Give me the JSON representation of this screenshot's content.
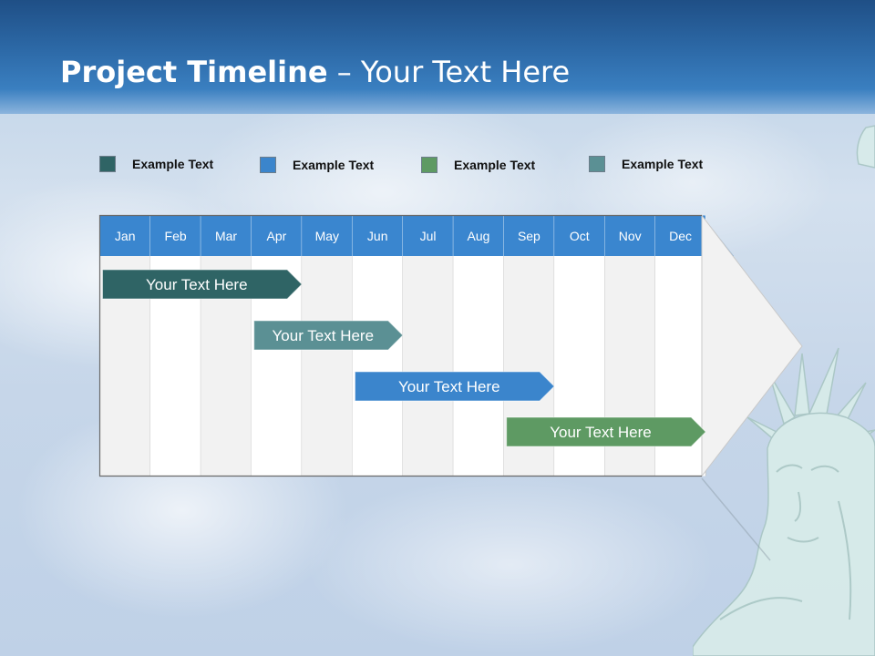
{
  "title": {
    "bold": "Project Timeline",
    "rest": " – Your Text Here"
  },
  "legend": [
    {
      "label": "Example Text",
      "color": "#2f6465"
    },
    {
      "label": "Example Text",
      "color": "#3b85cc"
    },
    {
      "label": "Example Text",
      "color": "#5e9a63"
    },
    {
      "label": "Example Text",
      "color": "#5b9094"
    }
  ],
  "months": [
    "Jan",
    "Feb",
    "Mar",
    "Apr",
    "May",
    "Jun",
    "Jul",
    "Aug",
    "Sep",
    "Oct",
    "Nov",
    "Dec"
  ],
  "colors": {
    "header_blue": "#3a86cf",
    "column_gray": "#f2f2f2",
    "column_white": "#ffffff",
    "grid": "#c9c9c9"
  },
  "tasks": [
    {
      "label": "Your  Text Here",
      "color": "#2f6465",
      "start_month": "Jan",
      "end_month": "Apr"
    },
    {
      "label": "Your  Text Here",
      "color": "#5b9094",
      "start_month": "Apr",
      "end_month": "Jun"
    },
    {
      "label": "Your  Text Here",
      "color": "#3b85cc",
      "start_month": "Jun",
      "end_month": "Sep"
    },
    {
      "label": "Your  Text Here",
      "color": "#5e9a63",
      "start_month": "Sep",
      "end_month": "Dec"
    }
  ]
}
